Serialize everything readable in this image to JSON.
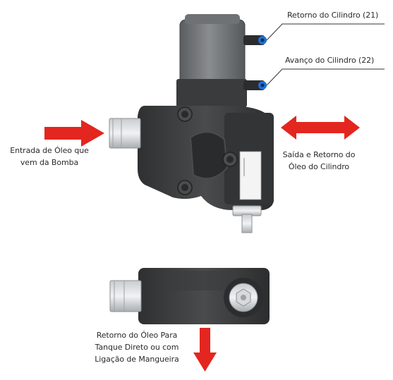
{
  "labels": {
    "cylinder_return": "Retorno do Cilindro (21)",
    "cylinder_advance": "Avanço do Cilindro (22)",
    "oil_inlet_line1": "Entrada de Óleo que",
    "oil_inlet_line2": "vem da Bomba",
    "outlet_return_line1": "Saída e Retorno do",
    "outlet_return_line2": "Óleo do Cilindro",
    "tank_return_line1": "Retorno do Óleo Para",
    "tank_return_line2": "Tanque Direto ou com",
    "tank_return_line3": "Ligação de Mangueira"
  },
  "colors": {
    "arrow": "#e3261f",
    "valve_body": "#3b3b3c",
    "fitting_blue": "#1f6fd1"
  }
}
